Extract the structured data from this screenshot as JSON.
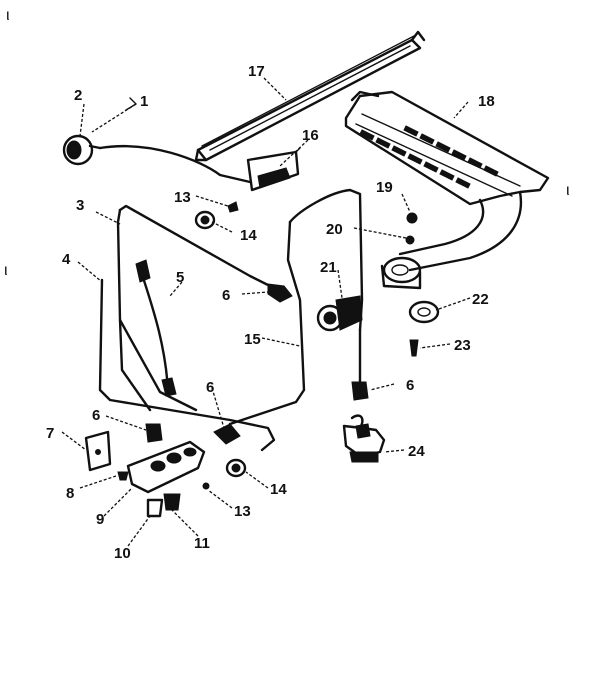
{
  "labels": {
    "p1": "1",
    "p2": "2",
    "p3": "3",
    "p4": "4",
    "p5": "5",
    "p6a": "6",
    "p6b": "6",
    "p6c": "6",
    "p6d": "6",
    "p7": "7",
    "p8": "8",
    "p9": "9",
    "p10": "10",
    "p11": "11",
    "p13a": "13",
    "p13b": "13",
    "p14a": "14",
    "p14b": "14",
    "p15": "15",
    "p16": "16",
    "p17": "17",
    "p18": "18",
    "p19": "19",
    "p20": "20",
    "p21": "21",
    "p22": "22",
    "p23": "23",
    "p24": "24"
  },
  "stray_marks": {
    "top_left": "ι",
    "left": "ι",
    "right": "ι"
  }
}
